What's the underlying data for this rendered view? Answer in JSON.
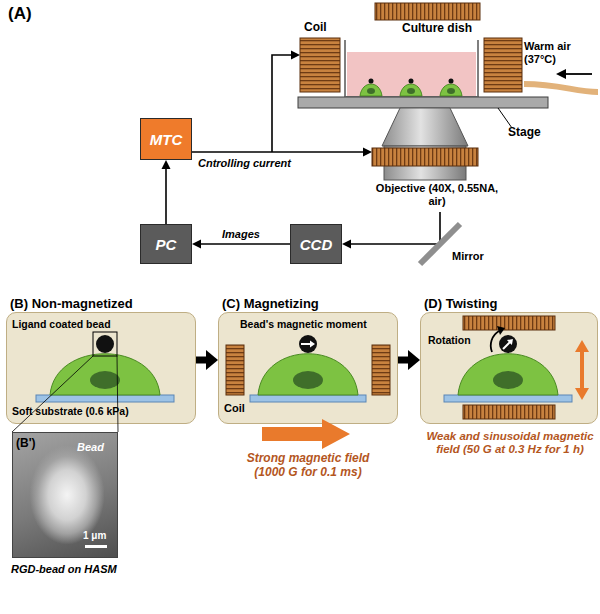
{
  "diagram": {
    "nodes": [
      {
        "text": [
          "MTC"
        ]
      },
      {
        "text": [
          "PC"
        ]
      },
      {
        "text": [
          "CCD"
        ]
      },
      {
        "text": [
          "(B) Non-magnetized"
        ]
      },
      {
        "text": [
          "(C) Magnetizing"
        ]
      },
      {
        "text": [
          "(D) Twisting"
        ]
      },
      {
        "text": [
          "(B')",
          "Bead",
          "1 μm",
          "RGD-bead on HASM"
        ]
      }
    ],
    "edges": [
      {
        "from": 1,
        "to": 0,
        "arrow": "to"
      },
      {
        "from": 2,
        "to": 1,
        "label": "Images",
        "arrow": "to"
      },
      {
        "from": 3,
        "to": 4,
        "arrow": "to"
      },
      {
        "from": 4,
        "to": 5,
        "arrow": "to"
      }
    ],
    "labels": [
      "(A)",
      "Coil",
      "Culture dish",
      "Warm air (37°C)",
      "Stage",
      "Objective (40X, 0.55NA, air)",
      "Mirror",
      "Cntrolling current",
      "Ligand coated bead",
      "Soft substrate (0.6 kPa)",
      "Bead's magnetic moment",
      "Coil",
      "Strong magnetic field (1000 G for 0.1 ms)",
      "Rotation",
      "Weak and sinusoidal magnetic field (50 G at 0.3 Hz for 1 h)"
    ]
  }
}
